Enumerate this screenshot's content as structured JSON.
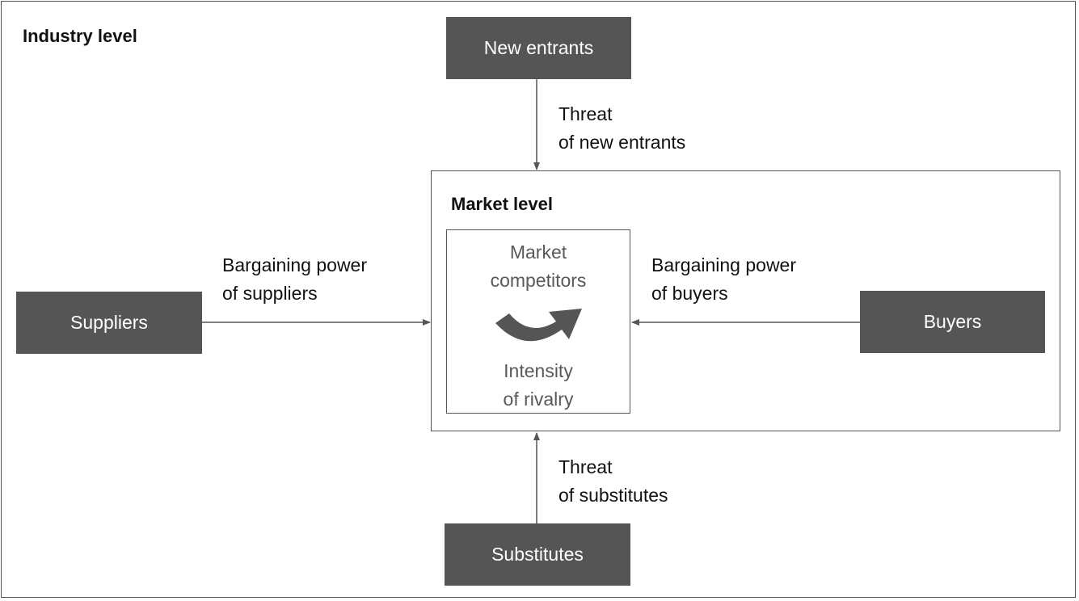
{
  "industry_label": "Industry level",
  "market_label": "Market level",
  "nodes": {
    "new_entrants": "New entrants",
    "suppliers": "Suppliers",
    "buyers": "Buyers",
    "substitutes": "Substitutes"
  },
  "forces": {
    "new_entrants": [
      "Threat",
      "of new entrants"
    ],
    "suppliers": [
      "Bargaining power",
      "of suppliers"
    ],
    "buyers": [
      "Bargaining power",
      "of buyers"
    ],
    "substitutes": [
      "Threat",
      "of substitutes"
    ]
  },
  "center": {
    "top": [
      "Market",
      "competitors"
    ],
    "bottom": [
      "Intensity",
      "of rivalry"
    ]
  }
}
